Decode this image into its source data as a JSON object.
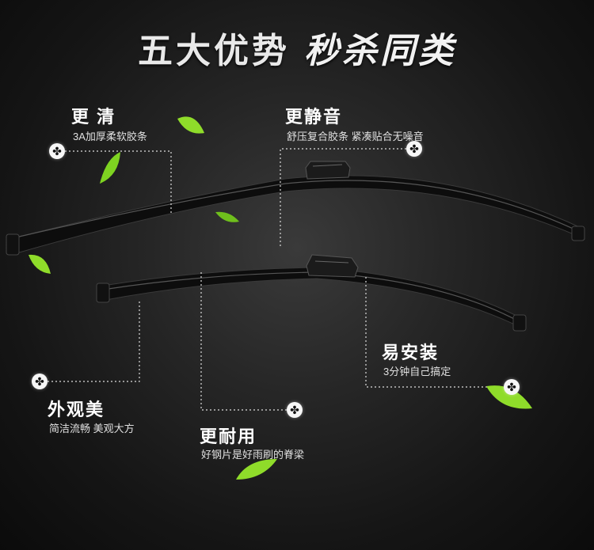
{
  "headline": {
    "part1": "五大优势",
    "part2": "秒杀同类"
  },
  "features": {
    "clear": {
      "title": "更 清",
      "subtitle": "3A加厚柔软胶条"
    },
    "quiet": {
      "title": "更静音",
      "subtitle": "舒压复合胶条 紧凑贴合无噪音"
    },
    "install": {
      "title": "易安装",
      "subtitle": "3分钟自己搞定"
    },
    "look": {
      "title": "外观美",
      "subtitle": "简洁流畅 美观大方"
    },
    "durable": {
      "title": "更耐用",
      "subtitle": "好钢片是好雨刷的脊梁"
    }
  },
  "icons": {
    "marker": "clover-marker-icon",
    "leaf": "green-leaf-icon"
  },
  "colors": {
    "background": "#1a1a1a",
    "leaf": "#7ed321",
    "blade": "#0d0d0d",
    "dotted_line": "#dddddd"
  }
}
